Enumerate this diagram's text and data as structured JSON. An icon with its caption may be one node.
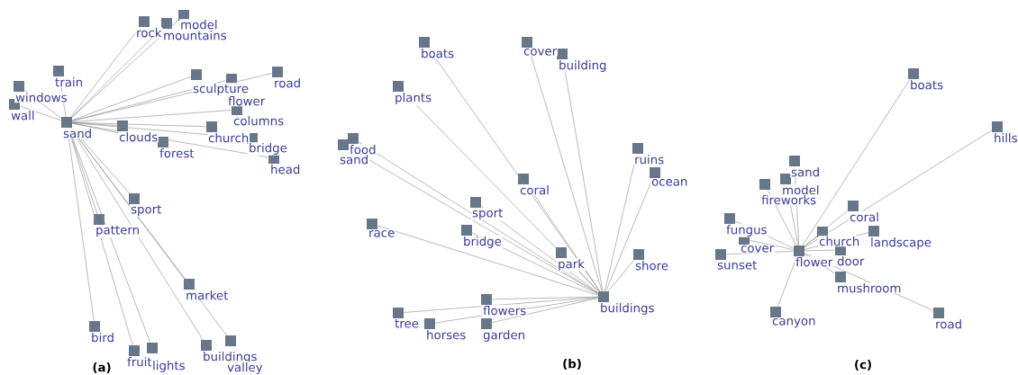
{
  "diagram": {
    "nodes": [
      {
        "text": [],
        "shape": "box"
      },
      {
        "text": [],
        "shape": "box"
      },
      {
        "text": [],
        "shape": "box"
      },
      {
        "text": [],
        "shape": "box"
      },
      {
        "text": [],
        "shape": "box"
      },
      {
        "text": [],
        "shape": "box"
      },
      {
        "text": [],
        "shape": "box"
      },
      {
        "text": [],
        "shape": "box"
      },
      {
        "text": [],
        "shape": "box"
      },
      {
        "text": [],
        "shape": "box"
      },
      {
        "text": [],
        "shape": "box"
      },
      {
        "text": [],
        "shape": "box"
      },
      {
        "text": [],
        "shape": "box"
      },
      {
        "text": [],
        "shape": "box"
      },
      {
        "text": [],
        "shape": "box"
      },
      {
        "text": [],
        "shape": "box"
      },
      {
        "text": [],
        "shape": "box"
      },
      {
        "text": [],
        "shape": "box"
      },
      {
        "text": [],
        "shape": "box"
      },
      {
        "text": [],
        "shape": "box"
      },
      {
        "text": [],
        "shape": "box"
      },
      {
        "text": [],
        "shape": "box"
      },
      {
        "text": [],
        "shape": "box"
      },
      {
        "text": [],
        "shape": "box"
      },
      {
        "text": [],
        "shape": "box"
      },
      {
        "text": [],
        "shape": "box"
      },
      {
        "text": [],
        "shape": "box"
      },
      {
        "text": [],
        "shape": "box"
      },
      {
        "text": [],
        "shape": "box"
      },
      {
        "text": [],
        "shape": "box"
      },
      {
        "text": [],
        "shape": "box"
      },
      {
        "text": [],
        "shape": "box"
      },
      {
        "text": [],
        "shape": "box"
      },
      {
        "text": [],
        "shape": "box"
      },
      {
        "text": [],
        "shape": "box"
      },
      {
        "text": [],
        "shape": "box"
      },
      {
        "text": [],
        "shape": "box"
      },
      {
        "text": [],
        "shape": "box"
      },
      {
        "text": [],
        "shape": "box"
      },
      {
        "text": [],
        "shape": "box"
      },
      {
        "text": [],
        "shape": "box"
      },
      {
        "text": [],
        "shape": "box"
      },
      {
        "text": [],
        "shape": "box"
      },
      {
        "text": [],
        "shape": "box"
      },
      {
        "text": [],
        "shape": "box"
      },
      {
        "text": [],
        "shape": "box"
      },
      {
        "text": [],
        "shape": "box"
      },
      {
        "text": [],
        "shape": "box"
      },
      {
        "text": [],
        "shape": "box"
      },
      {
        "text": [],
        "shape": "box"
      },
      {
        "text": [],
        "shape": "box"
      },
      {
        "text": [],
        "shape": "box"
      },
      {
        "text": [],
        "shape": "box"
      },
      {
        "text": [],
        "shape": "box"
      },
      {
        "text": [],
        "shape": "box"
      },
      {
        "text": [],
        "shape": "box"
      },
      {
        "text": [],
        "shape": "box"
      },
      {
        "text": [],
        "shape": "box"
      },
      {
        "text": [],
        "shape": "box"
      }
    ],
    "edges": [
      {
        "from": 0,
        "to": 1,
        "arrow": "none"
      },
      {
        "from": 0,
        "to": 2,
        "arrow": "none"
      },
      {
        "from": 0,
        "to": 3,
        "arrow": "none"
      },
      {
        "from": 0,
        "to": 4,
        "arrow": "none"
      },
      {
        "from": 0,
        "to": 5,
        "arrow": "none"
      },
      {
        "from": 0,
        "to": 6,
        "arrow": "none"
      },
      {
        "from": 0,
        "to": 7,
        "arrow": "none"
      },
      {
        "from": 0,
        "to": 8,
        "arrow": "none"
      },
      {
        "from": 0,
        "to": 9,
        "arrow": "none"
      },
      {
        "from": 0,
        "to": 10,
        "arrow": "none"
      },
      {
        "from": 0,
        "to": 11,
        "arrow": "none"
      },
      {
        "from": 0,
        "to": 12,
        "arrow": "none"
      },
      {
        "from": 0,
        "to": 13,
        "arrow": "none"
      },
      {
        "from": 0,
        "to": 14,
        "arrow": "none"
      },
      {
        "from": 0,
        "to": 15,
        "arrow": "none"
      },
      {
        "from": 0,
        "to": 16,
        "arrow": "none"
      },
      {
        "from": 0,
        "to": 17,
        "arrow": "none"
      },
      {
        "from": 0,
        "to": 18,
        "arrow": "none"
      },
      {
        "from": 0,
        "to": 19,
        "arrow": "none"
      },
      {
        "from": 0,
        "to": 20,
        "arrow": "none"
      },
      {
        "from": 0,
        "to": 21,
        "arrow": "none"
      },
      {
        "from": 0,
        "to": 22,
        "arrow": "none"
      },
      {
        "from": 0,
        "to": 23,
        "arrow": "none"
      },
      {
        "from": 24,
        "to": 25,
        "arrow": "none"
      },
      {
        "from": 24,
        "to": 26,
        "arrow": "none"
      },
      {
        "from": 24,
        "to": 27,
        "arrow": "none"
      },
      {
        "from": 24,
        "to": 28,
        "arrow": "none"
      },
      {
        "from": 24,
        "to": 29,
        "arrow": "none"
      },
      {
        "from": 24,
        "to": 30,
        "arrow": "none"
      },
      {
        "from": 24,
        "to": 31,
        "arrow": "none"
      },
      {
        "from": 24,
        "to": 32,
        "arrow": "none"
      },
      {
        "from": 24,
        "to": 33,
        "arrow": "none"
      },
      {
        "from": 24,
        "to": 34,
        "arrow": "none"
      },
      {
        "from": 24,
        "to": 35,
        "arrow": "none"
      },
      {
        "from": 24,
        "to": 36,
        "arrow": "none"
      },
      {
        "from": 24,
        "to": 37,
        "arrow": "none"
      },
      {
        "from": 24,
        "to": 38,
        "arrow": "none"
      },
      {
        "from": 24,
        "to": 39,
        "arrow": "none"
      },
      {
        "from": 24,
        "to": 40,
        "arrow": "none"
      },
      {
        "from": 24,
        "to": 41,
        "arrow": "none"
      },
      {
        "from": 24,
        "to": 42,
        "arrow": "none"
      },
      {
        "from": 43,
        "to": 44,
        "arrow": "none"
      },
      {
        "from": 43,
        "to": 45,
        "arrow": "none"
      },
      {
        "from": 43,
        "to": 46,
        "arrow": "none"
      },
      {
        "from": 43,
        "to": 47,
        "arrow": "none"
      },
      {
        "from": 43,
        "to": 48,
        "arrow": "none"
      },
      {
        "from": 43,
        "to": 49,
        "arrow": "none"
      },
      {
        "from": 43,
        "to": 50,
        "arrow": "none"
      },
      {
        "from": 43,
        "to": 51,
        "arrow": "none"
      },
      {
        "from": 43,
        "to": 52,
        "arrow": "none"
      },
      {
        "from": 43,
        "to": 53,
        "arrow": "none"
      },
      {
        "from": 43,
        "to": 54,
        "arrow": "none"
      },
      {
        "from": 43,
        "to": 55,
        "arrow": "none"
      },
      {
        "from": 43,
        "to": 56,
        "arrow": "none"
      },
      {
        "from": 43,
        "to": 57,
        "arrow": "none"
      },
      {
        "from": 43,
        "to": 58,
        "arrow": "none"
      }
    ],
    "labels": [
      "sand",
      "rock",
      "model",
      "mountains",
      "train",
      "windows",
      "wall",
      "sculpture",
      "flower",
      "road",
      "columns",
      "clouds",
      "church",
      "forest",
      "bridge",
      "head",
      "sport",
      "pattern",
      "market",
      "bird",
      "fruit",
      "lights",
      "buildings",
      "valley",
      "buildings",
      "boats",
      "cover",
      "building",
      "plants",
      "food",
      "sand",
      "ruins",
      "ocean",
      "coral",
      "sport",
      "race",
      "bridge",
      "park",
      "shore",
      "flowers",
      "tree",
      "horses",
      "garden",
      "flower",
      "boats",
      "hills",
      "sand",
      "model",
      "fireworks",
      "coral",
      "fungus",
      "church",
      "landscape",
      "cover",
      "door",
      "sunset",
      "mushroom",
      "canyon",
      "road",
      "(a)",
      "(b)",
      "(c)"
    ]
  }
}
